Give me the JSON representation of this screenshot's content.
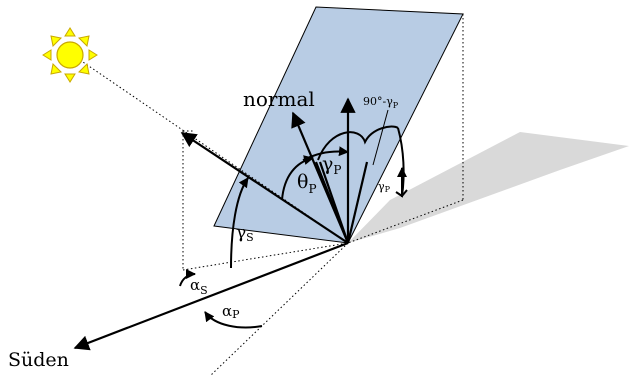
{
  "labels": {
    "normal": "normal",
    "angle_90_gamma_p": "90°-γ",
    "angle_90_gamma_p_sub": "P",
    "gamma_p": "γ",
    "gamma_p_sub": "P",
    "theta_p": "θ",
    "theta_p_sub": "P",
    "gamma_p_small": "γ",
    "gamma_p_small_sub": "P",
    "gamma_s": "γ",
    "gamma_s_sub": "S",
    "alpha_s": "α",
    "alpha_s_sub": "S",
    "alpha_p": "α",
    "alpha_p_sub": "P",
    "south": "Süden"
  },
  "icons": {
    "sun": "sun-icon"
  },
  "colors": {
    "panel_fill": "#b8cce4",
    "shadow_fill": "#d9d9d9",
    "sun_fill": "#ffff00",
    "sun_stroke": "#c9a800",
    "line": "#000000"
  }
}
